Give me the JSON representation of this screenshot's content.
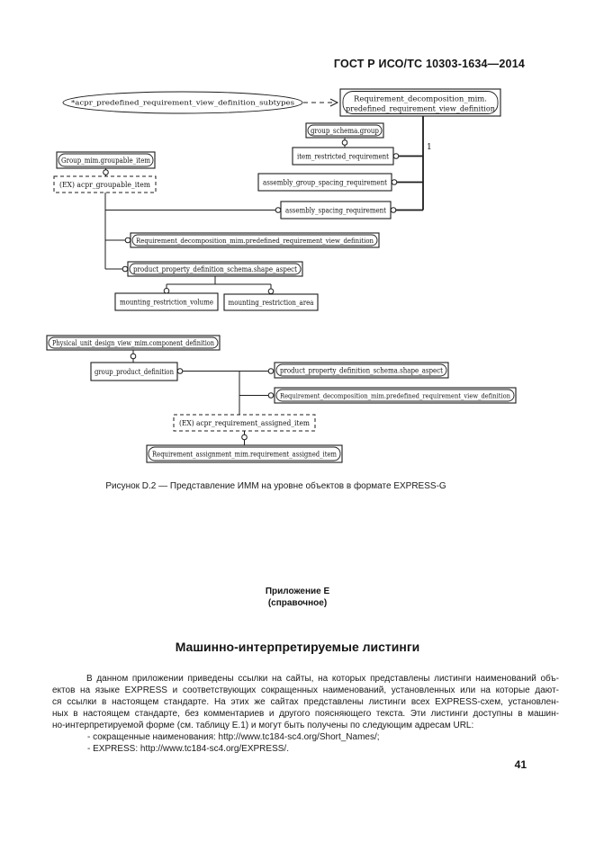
{
  "page": {
    "header_title": "ГОСТ Р ИСО/ТС 10303-1634—2014",
    "page_number": "41"
  },
  "diagram": {
    "ellipse_label": "*acpr_predefined_requirement_view_definition_subtypes",
    "cardinality": "1",
    "top_entity_line1": "Requirement_decomposition_mim.",
    "top_entity_line2": "predefined_requirement_view_definition",
    "group_schema_group": "group_schema.group",
    "item_restricted_requirement": "item_restricted_requirement",
    "assembly_group_spacing_requirement": "assembly_group_spacing_requirement",
    "assembly_spacing_requirement": "assembly_spacing_requirement",
    "group_mim_groupable_item": "Group_mim.groupable_item",
    "ex_acpr_groupable_item": "(EX) acpr_groupable_item",
    "requirement_decomposition_ref": "Requirement_decomposition_mim.predefined_requirement_view_definition",
    "shape_aspect_ref": "product_property_definition_schema.shape_aspect",
    "mounting_restriction_volume": "mounting_restriction_volume",
    "mounting_restriction_area": "mounting_restriction_area",
    "physical_unit_component_definition": "Physical_unit_design_view_mim.component_definition",
    "group_product_definition": "group_product_definition",
    "shape_aspect_ref2": "product_property_definition_schema.shape_aspect",
    "requirement_decomposition_ref2": "Requirement_decomposition_mim.predefined_requirement_view_definition",
    "ex_acpr_requirement_assigned_item": "(EX) acpr_requirement_assigned_item",
    "requirement_assignment_ref": "Requirement_assignment_mim.requirement_assigned_item"
  },
  "figure": {
    "caption": "Рисунок D.2 — Представление ИММ на уровне объектов в формате EXPRESS-G"
  },
  "annex": {
    "title": "Приложение Е",
    "subtitle": "(справочное)",
    "heading": "Машинно-интерпретируемые листинги",
    "paragraph_lines": [
      "В данном приложении приведены ссылки на сайты, на которых представлены листинги наименований объ-",
      "ектов на языке EXPRESS и соответствующих сокращенных наименований, установленных или на которые дают-",
      "ся ссылки в настоящем стандарте. На этих же сайтах представлены листинги всех EXPRESS-схем, установлен-",
      "ных в настоящем стандарте, без комментариев и другого поясняющего текста. Эти листинги доступны в машин-",
      "но-интерпретируемой форме (см. таблицу Е.1) и могут быть получены по следующим адресам URL:",
      "- сокращенные наименования: http://www.tc184-sc4.org/Short_Names/;",
      "- EXPRESS: http://www.tc184-sc4.org/EXPRESS/."
    ]
  }
}
